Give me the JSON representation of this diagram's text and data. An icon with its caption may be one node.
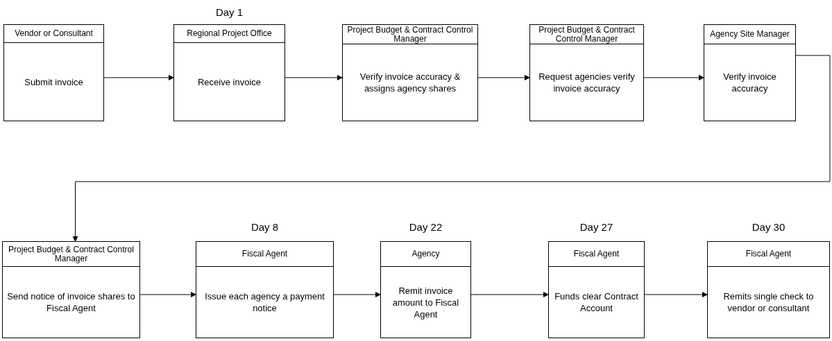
{
  "diagram": {
    "nodes": [
      {
        "text": [
          "Vendor or Consultant",
          "Submit invoice"
        ]
      },
      {
        "text": [
          "Regional Project Office",
          "Receive invoice"
        ],
        "beside": [
          "Day 1"
        ]
      },
      {
        "text": [
          "Project Budget & Contract Control Manager",
          "Verify invoice accuracy & assigns agency shares"
        ]
      },
      {
        "text": [
          "Project Budget & Contract Control Manager",
          "Request agencies verify invoice accuracy"
        ]
      },
      {
        "text": [
          "Agency Site Manager",
          "Verify invoice accuracy"
        ]
      },
      {
        "text": [
          "Project Budget & Contract Control Manager",
          "Send notice of invoice shares to Fiscal Agent"
        ]
      },
      {
        "text": [
          "Fiscal Agent",
          "Issue each agency a payment notice"
        ],
        "beside": [
          "Day 8"
        ]
      },
      {
        "text": [
          "Agency",
          "Remit invoice amount to Fiscal Agent"
        ],
        "beside": [
          "Day 22"
        ]
      },
      {
        "text": [
          "Fiscal Agent",
          "Funds clear Contract Account"
        ],
        "beside": [
          "Day 27"
        ]
      },
      {
        "text": [
          "Fiscal Agent",
          "Remits single check to vendor or consultant"
        ],
        "beside": [
          "Day 30"
        ]
      }
    ],
    "edges": [
      {
        "from": 0,
        "to": 1,
        "arrow": "to"
      },
      {
        "from": 1,
        "to": 2,
        "arrow": "to"
      },
      {
        "from": 2,
        "to": 3,
        "arrow": "to"
      },
      {
        "from": 3,
        "to": 4,
        "arrow": "to"
      },
      {
        "from": 4,
        "to": 5,
        "arrow": "to"
      },
      {
        "from": 5,
        "to": 6,
        "arrow": "to"
      },
      {
        "from": 6,
        "to": 7,
        "arrow": "to"
      },
      {
        "from": 7,
        "to": 8,
        "arrow": "to"
      },
      {
        "from": 8,
        "to": 9,
        "arrow": "to"
      }
    ]
  }
}
